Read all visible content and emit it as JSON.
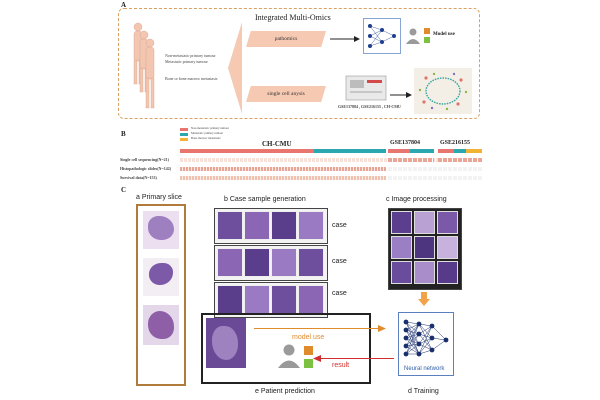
{
  "panel_a": {
    "letter": "A",
    "title": "Integrated Multi-Omics",
    "human_labels": [
      "Non-metastatic primary tumour",
      "Metastatic primary tumour",
      "Bone or bone marrow metastasis"
    ],
    "pathomics_label": "pathomics",
    "single_cell_label": "single cell anysis",
    "model_use_label": "Model use",
    "datasets_label": "GSE137804 , GSE216155 , CH-CMU"
  },
  "panel_b": {
    "letter": "B",
    "legend": [
      "Non-metastatic primary tumour",
      "Metastatic primary tumour",
      "Bone marrow metastasis"
    ],
    "cohorts": [
      "CH-CMU",
      "GSE137804",
      "GSE216155"
    ],
    "rows": [
      "Single cell sequencing(N=21)",
      "Histopathologic slides(N=142)",
      "Survival data(N=153)"
    ],
    "colors": {
      "nonmet": "#e8766f",
      "met": "#2ba7b0",
      "bm": "#f2b233",
      "hist": "#e9a595",
      "surv": "#eec1b1"
    }
  },
  "panel_c": {
    "letter": "C",
    "primary_slice_label": "a Primary slice",
    "case_generation_label": "b Case sample generation",
    "image_processing_label": "c Image processing",
    "case_labels": [
      "case",
      "case",
      "case"
    ],
    "model_use_label": "model use",
    "result_label": "result",
    "neural_network_label": "Neural network",
    "patient_prediction_label": "e Patient prediction",
    "training_label": "d Training",
    "colors": {
      "orange": "#e08b2c",
      "red": "#d23030",
      "blue": "#2e5fa8",
      "green": "#7dc142"
    }
  }
}
